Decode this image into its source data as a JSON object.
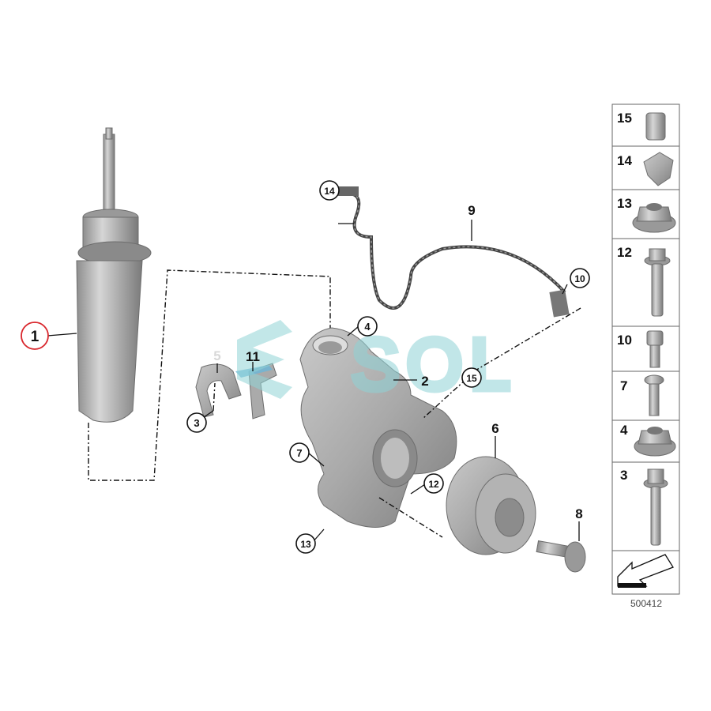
{
  "diagram": {
    "callouts": {
      "c1": "1",
      "c2": "2",
      "c3": "3",
      "c4": "4",
      "c5": "5",
      "c6": "6",
      "c7": "7",
      "c8": "8",
      "c9": "9",
      "c10": "10",
      "c11": "11",
      "c12": "12",
      "c13": "13",
      "c14": "14",
      "c15": "15"
    },
    "highlight_color": "#d9262c",
    "watermark": "SOL",
    "watermark_color": "#8fd3d6"
  },
  "side_panel": {
    "items": [
      {
        "number": "15",
        "icon": "sleeve-icon"
      },
      {
        "number": "14",
        "icon": "cable-clip-icon"
      },
      {
        "number": "13",
        "icon": "flange-nut-icon"
      },
      {
        "number": "12",
        "icon": "hex-flange-bolt-icon"
      },
      {
        "number": "10",
        "icon": "socket-cap-screw-icon"
      },
      {
        "number": "7",
        "icon": "torx-screw-icon"
      },
      {
        "number": "4",
        "icon": "flange-nut-icon"
      },
      {
        "number": "3",
        "icon": "hex-flange-bolt-icon"
      }
    ],
    "direction_icon": "arrow-icon",
    "diagram_number": "500412"
  }
}
